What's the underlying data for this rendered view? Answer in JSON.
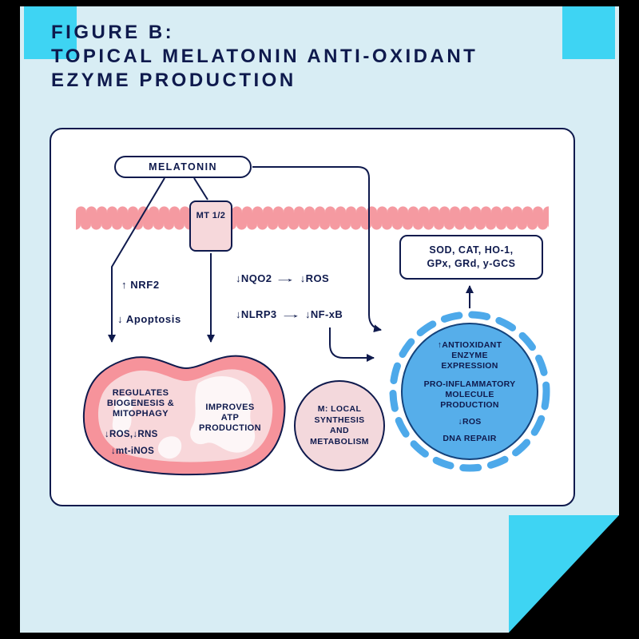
{
  "title": {
    "line1": "FIGURE B:",
    "line2": "TOPICAL MELATONIN ANTI-OXIDANT",
    "line3": "EZYME PRODUCTION"
  },
  "diagram": {
    "melatonin": "MELATONIN",
    "receptor": "MT 1/2",
    "nrf2": "↑ NRF2",
    "apoptosis": "↓ Apoptosis",
    "nqo2": {
      "from": "↓NQO2",
      "arrow": "→",
      "to": "↓ROS"
    },
    "nlrp3": {
      "from": "↓NLRP3",
      "arrow": "→",
      "to": "↓NF-xB"
    },
    "enzymes": {
      "line1": "SOD, CAT, HO-1,",
      "line2": "GPx, GRd, y-GCS"
    },
    "nucleus": {
      "lines": [
        "↑ANTIOXIDANT",
        "ENZYME",
        "EXPRESSION",
        "PRO-INFLAMMATORY",
        "MOLECULE",
        "PRODUCTION",
        "↓ROS",
        "DNA REPAIR"
      ]
    },
    "mitochondria": {
      "function_lines": [
        "REGULATES",
        "BIOGENESIS &",
        "MITOPHAGY"
      ],
      "marker1": "↓ROS,↓RNS",
      "marker2": "↓mt-iNOS",
      "atp_lines": [
        "IMPROVES",
        "ATP",
        "PRODUCTION"
      ]
    },
    "local_synthesis": {
      "lines": [
        "M: LOCAL",
        "SYNTHESIS",
        "AND",
        "METABOLISM"
      ]
    }
  },
  "colors": {
    "note_background": "#d8edf4",
    "accent_cyan": "#3ed4f3",
    "ink_navy": "#0f1a4d",
    "membrane_pink": "#f59aa1",
    "receptor_pink": "#f6d8db",
    "mitochondria_outer": "#f6939b",
    "mitochondria_inner": "#f8d7da",
    "cristae_white": "#fdf6f7",
    "nucleus_blue": "#56aeea",
    "nucleus_dash_blue": "#4da9ea",
    "local_circle_pink": "#f3d8dc"
  }
}
